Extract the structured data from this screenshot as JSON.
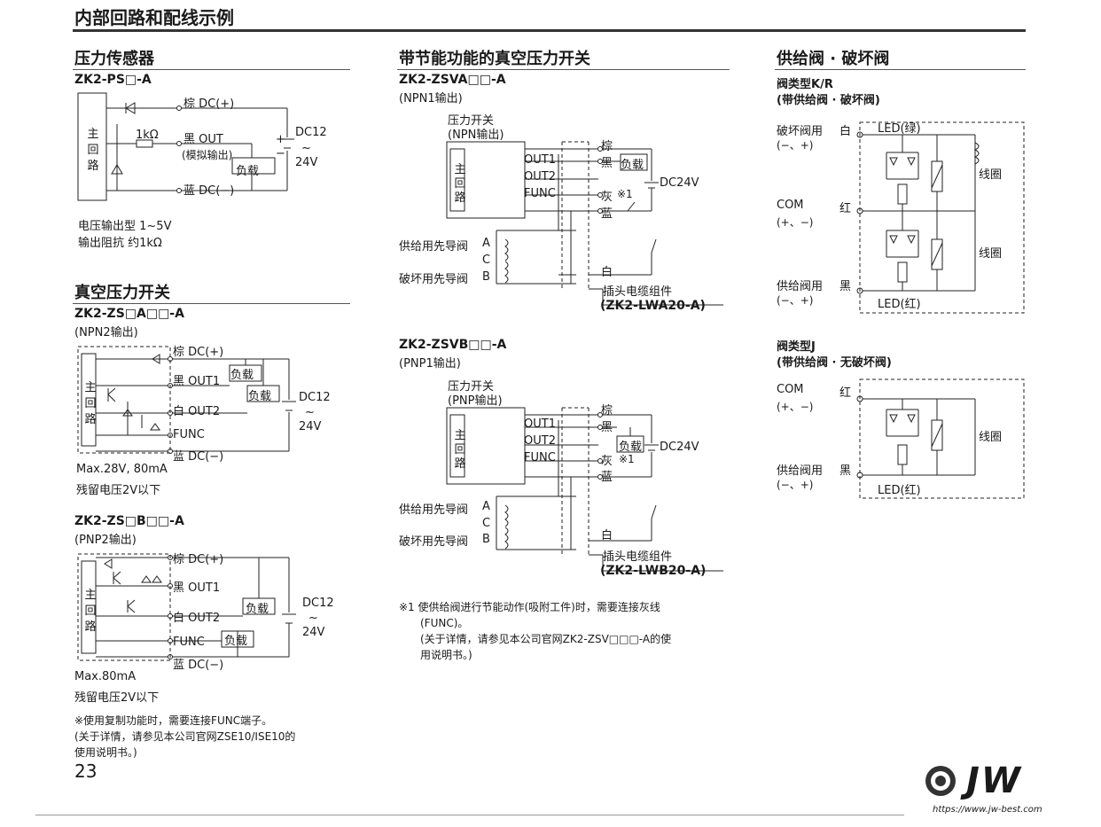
{
  "page_title": "内部回路和配线示例",
  "page_number": "23",
  "logo": {
    "text": "JW",
    "url": "https://www.jw-best.com"
  },
  "col1": {
    "sec1": {
      "title": "压力传感器",
      "model": "ZK2-PS□-A",
      "labels": {
        "brown": "棕 DC(+)",
        "black": "黑 OUT",
        "analog": "(模拟输出)",
        "blue": "蓝 DC(−)",
        "resistor": "1kΩ",
        "load": "负载",
        "circuit": "主回路",
        "dc": "DC12",
        "tilde": "~",
        "v24": "24V",
        "plus": "+",
        "minus": "−"
      },
      "notes": [
        "电压输出型 1~5V",
        "输出阻抗 约1kΩ"
      ]
    },
    "sec2": {
      "title": "真空压力开关",
      "model1": "ZK2-ZS□A□□-A",
      "output1": "(NPN2输出)",
      "labels1": {
        "brown": "棕 DC(+)",
        "black": "黑 OUT1",
        "white": "白 OUT2",
        "func": "FUNC",
        "blue": "蓝 DC(−)",
        "load": "负载",
        "circuit": "主回路",
        "dc": "DC12",
        "tilde": "~",
        "v24": "24V"
      },
      "notes1": [
        "Max.28V, 80mA",
        "残留电压2V以下"
      ],
      "model2": "ZK2-ZS□B□□-A",
      "output2": "(PNP2输出)",
      "labels2": {
        "brown": "棕 DC(+)",
        "black": "黑 OUT1",
        "white": "白 OUT2",
        "func": "FUNC",
        "blue": "蓝 DC(−)",
        "load": "负载",
        "circuit": "主回路",
        "dc": "DC12",
        "tilde": "~",
        "v24": "24V"
      },
      "notes2": [
        "Max.80mA",
        "残留电压2V以下"
      ],
      "footnote": [
        "※使用复制功能时，需要连接FUNC端子。",
        "(关于详情，请参见本公司官网ZSE10/ISE10的",
        "使用说明书。)"
      ]
    }
  },
  "col2": {
    "title": "带节能功能的真空压力开关",
    "d1": {
      "model": "ZK2-ZSVA□□-A",
      "output": "(NPN1输出)",
      "labels": {
        "switch": "压力开关",
        "sw_out": "(NPN输出)",
        "out1": "OUT1",
        "out2": "OUT2",
        "func": "FUNC",
        "brown": "棕",
        "black": "黑",
        "gray": "灰",
        "mark1": "※1",
        "blue": "蓝",
        "white": "白",
        "load": "负载",
        "dc": "DC24V",
        "supply": "供给用先导阀",
        "a": "A",
        "c": "C",
        "break": "破坏用先导阀",
        "b": "B",
        "cable": "插头电缆组件",
        "cable_model": "(ZK2-LWA20-A)",
        "circuit": "主回路"
      }
    },
    "d2": {
      "model": "ZK2-ZSVB□□-A",
      "output": "(PNP1输出)",
      "labels": {
        "switch": "压力开关",
        "sw_out": "(PNP输出)",
        "out1": "OUT1",
        "out2": "OUT2",
        "func": "FUNC",
        "brown": "棕",
        "black": "黑",
        "gray": "灰",
        "mark1": "※1",
        "blue": "蓝",
        "white": "白",
        "load": "负载",
        "dc": "DC24V",
        "supply": "供给用先导阀",
        "a": "A",
        "c": "C",
        "break": "破坏用先导阀",
        "b": "B",
        "cable": "插头电缆组件",
        "cable_model": "(ZK2-LWB20-A)",
        "circuit": "主回路"
      }
    },
    "footnote": [
      "※1 使供给阀进行节能动作(吸附工件)时，需要连接灰线",
      "(FUNC)。",
      "(关于详情，请参见本公司官网ZK2-ZSV□□□-A的使",
      "用说明书。)"
    ]
  },
  "col3": {
    "title": "供给阀 · 破坏阀",
    "d1": {
      "type": "阀类型K/R",
      "sub": "(带供给阀 · 破坏阀)",
      "labels": {
        "break": "破坏阀用",
        "break_pol": "(−、+)",
        "white": "白",
        "led_g": "LED(绿)",
        "coil1": "线圈",
        "com": "COM",
        "com_pol": "(+、−)",
        "red": "红",
        "coil2": "线圈",
        "supply": "供给阀用",
        "supply_pol": "(−、+)",
        "black": "黑",
        "led_r": "LED(红)"
      }
    },
    "d2": {
      "type": "阀类型J",
      "sub": "(带供给阀 · 无破坏阀)",
      "labels": {
        "com": "COM",
        "com_pol": "(+、−)",
        "red": "红",
        "coil": "线圈",
        "supply": "供给阀用",
        "supply_pol": "(−、+)",
        "black": "黑",
        "led_r": "LED(红)"
      }
    }
  }
}
